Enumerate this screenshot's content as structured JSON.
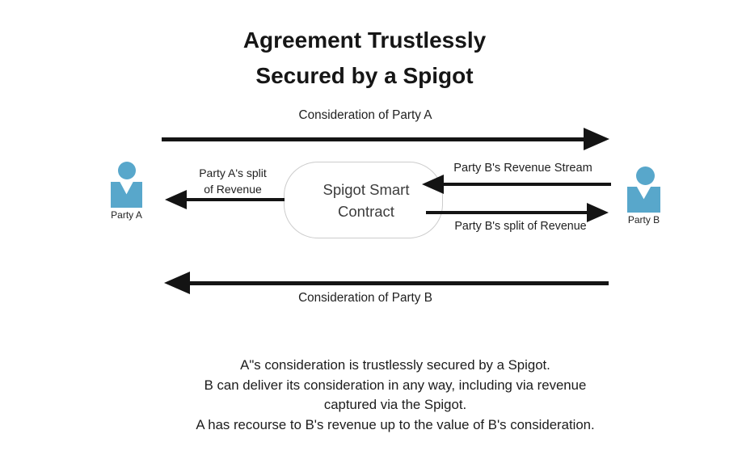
{
  "title": {
    "line1": "Agreement Trustlessly",
    "line2": "Secured by a Spigot"
  },
  "colors": {
    "person_blue": "#58A7CB",
    "arrow_black": "#141414",
    "box_border": "#cccccc"
  },
  "parties": {
    "a": {
      "label": "Party A"
    },
    "b": {
      "label": "Party B"
    }
  },
  "contract_box": {
    "line1": "Spigot Smart",
    "line2": "Contract"
  },
  "arrows": {
    "consideration_a": {
      "label": "Consideration of Party A",
      "direction": "right",
      "from": "Party A",
      "to": "Party B"
    },
    "split_a": {
      "label_line1": "Party A's split",
      "label_line2": "of Revenue",
      "direction": "left",
      "from": "Spigot Smart Contract",
      "to": "Party A"
    },
    "revenue_b": {
      "label": "Party B's Revenue Stream",
      "direction": "left",
      "from": "Party B",
      "to": "Spigot Smart Contract"
    },
    "split_b": {
      "label": "Party B's split of Revenue",
      "direction": "right",
      "from": "Spigot Smart Contract",
      "to": "Party B"
    },
    "consideration_b": {
      "label": "Consideration of Party B",
      "direction": "left",
      "from": "Party B",
      "to": "Party A"
    }
  },
  "footnote": {
    "line1": "A\"s consideration is trustlessly secured by a Spigot.",
    "line2": "B can deliver its consideration in any way, including via revenue",
    "line3": "captured via the Spigot.",
    "line4": "A has recourse to B's revenue up to the value of B's consideration."
  }
}
